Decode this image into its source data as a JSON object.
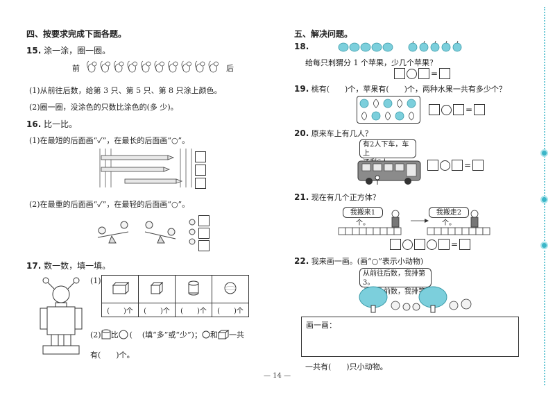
{
  "left": {
    "section4_title": "四、按要求完成下面各题。",
    "q15": {
      "num": "15.",
      "title": "涂一涂，圈一圈。",
      "front": "前",
      "back": "后",
      "line1": "(1)从前往后数，给第 3 只、第 5 只、第 8 只涂上颜色。",
      "line2": "(2)圈一圈，没涂色的只数比涂色的(多 少)。"
    },
    "q16": {
      "num": "16.",
      "title": "比一比。",
      "line1": "(1)在最短的后面画“✓”，在最长的后面画“○”。",
      "line2": "(2)在最重的后面画“✓”，在最轻的后面画“○”。"
    },
    "q17": {
      "num": "17.",
      "title": "数一数，填一填。",
      "part1": "(1)",
      "unit": "个",
      "blank": "(　　)",
      "part2_a": "(2)",
      "part2_b": "比",
      "part2_c": "(填“多”或“少”)；",
      "part2_d": "和",
      "part2_e": "一共",
      "part2_f": "有(　　)个。"
    }
  },
  "right": {
    "section5_title": "五、解决问题。",
    "q18": {
      "num": "18.",
      "text": "给每只刺猬分 1 个苹果，少几个苹果？"
    },
    "q19": {
      "num": "19.",
      "text": "桃有(　　)个，苹果有(　　)个，两种水果一共有多少个？"
    },
    "q20": {
      "num": "20.",
      "text": "原来车上有几人？",
      "bubble1": "有2人下车，车上",
      "bubble2": "还剩6人。"
    },
    "q21": {
      "num": "21.",
      "text": "现在有几个正方体？",
      "bubble_a": "我搬来1个。",
      "bubble_b": "我搬走2个。"
    },
    "q22": {
      "num": "22.",
      "text": "我来画一画。(画“○”表示小动物)",
      "bubble1": "从前往后数，我排第3。",
      "bubble2": "从后往前数，我排第4。",
      "draw_label": "画一画：",
      "answer": "一共有(　　)只小动物。"
    }
  },
  "page_number": "— 14 —",
  "colors": {
    "accent": "#3bb6c8",
    "fruit": "#7ccfdc",
    "line": "#333333"
  }
}
